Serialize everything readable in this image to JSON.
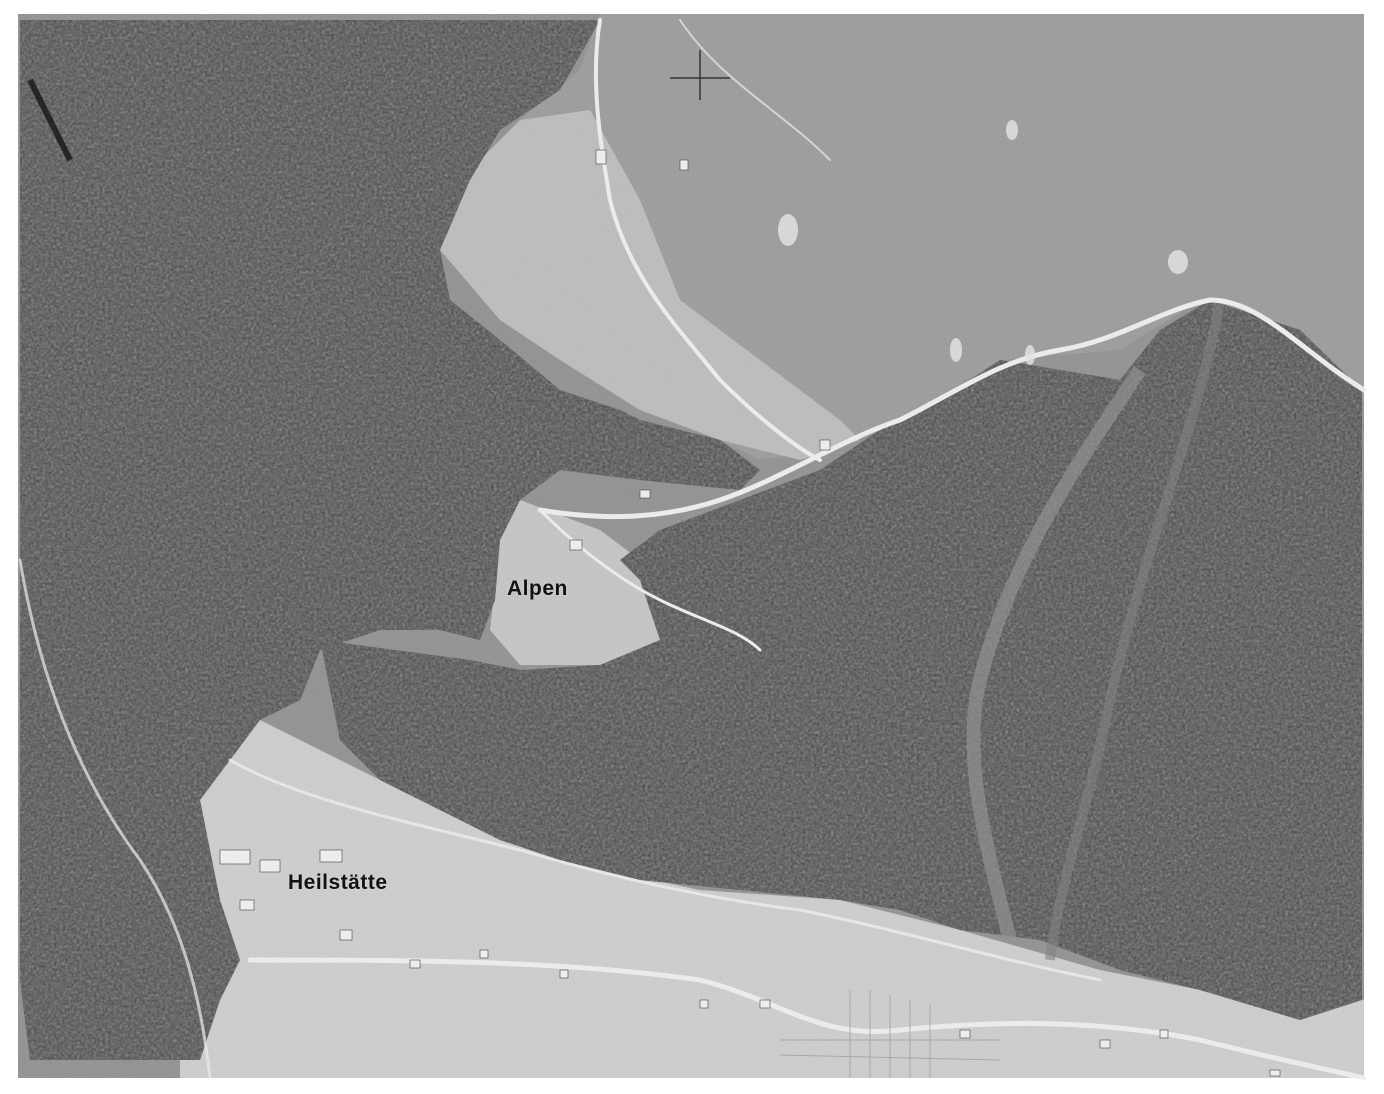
{
  "map": {
    "kind": "aerial-photograph",
    "tone": "grayscale",
    "labels": {
      "alpen": "Alpen",
      "heilstaette": "Heilstätte"
    }
  }
}
